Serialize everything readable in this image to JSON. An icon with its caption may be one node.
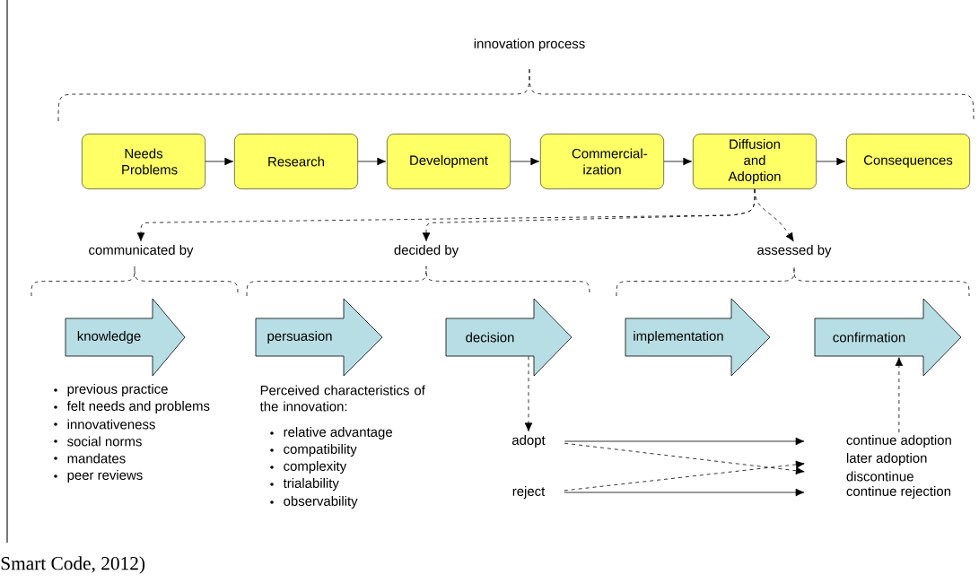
{
  "diagram": {
    "caption": "Smart Code, 2012)",
    "nodes": [
      {
        "text": [
          "Needs Problems"
        ]
      },
      {
        "text": [
          "Research"
        ]
      },
      {
        "text": [
          "Development"
        ]
      },
      {
        "text": [
          "Commercial- ization"
        ]
      },
      {
        "text": [
          "Diffusion and Adoption"
        ]
      },
      {
        "text": [
          "Consequences"
        ]
      },
      {
        "text": [
          "communicated by"
        ]
      },
      {
        "text": [
          "decided by"
        ]
      },
      {
        "text": [
          "assessed by"
        ]
      },
      {
        "text": [
          "knowledge"
        ]
      },
      {
        "text": [
          "persuasion"
        ]
      },
      {
        "text": [
          "decision"
        ]
      },
      {
        "text": [
          "implementation"
        ]
      },
      {
        "text": [
          "confirmation"
        ]
      },
      {
        "text": [
          "adopt"
        ]
      },
      {
        "text": [
          "reject"
        ]
      },
      {
        "text": [
          "continue adoption"
        ]
      },
      {
        "text": [
          "later adoption"
        ]
      },
      {
        "text": [
          "discontinue"
        ]
      },
      {
        "text": [
          "continue rejection"
        ]
      }
    ],
    "edges": [
      {
        "from": 0,
        "to": 1,
        "arrow": "to"
      },
      {
        "from": 1,
        "to": 2,
        "arrow": "to"
      },
      {
        "from": 2,
        "to": 3,
        "arrow": "to"
      },
      {
        "from": 3,
        "to": 4,
        "arrow": "to"
      },
      {
        "from": 4,
        "to": 5,
        "arrow": "to"
      },
      {
        "from": 4,
        "to": 6,
        "arrow": "to",
        "style": "dashed"
      },
      {
        "from": 4,
        "to": 7,
        "arrow": "to",
        "style": "dashed"
      },
      {
        "from": 4,
        "to": 8,
        "arrow": "to",
        "style": "dashed"
      },
      {
        "from": 11,
        "to": 14,
        "arrow": "to",
        "style": "dashed"
      },
      {
        "from": 14,
        "to": 16,
        "arrow": "to"
      },
      {
        "from": 14,
        "to": 18,
        "arrow": "to",
        "style": "dashed"
      },
      {
        "from": 15,
        "to": 17,
        "arrow": "to",
        "style": "dashed"
      },
      {
        "from": 15,
        "to": 19,
        "arrow": "to"
      },
      {
        "from": 16,
        "to": 13,
        "arrow": "to",
        "style": "dashed"
      }
    ],
    "labels": [
      "innovation process",
      "previous practice",
      "felt needs and problems",
      "innovativeness",
      "social norms",
      "mandates",
      "peer reviews",
      "Perceived characteristics of the innovation:",
      "relative advantage",
      "compatibility",
      "complexity",
      "trialability",
      "observability"
    ]
  }
}
